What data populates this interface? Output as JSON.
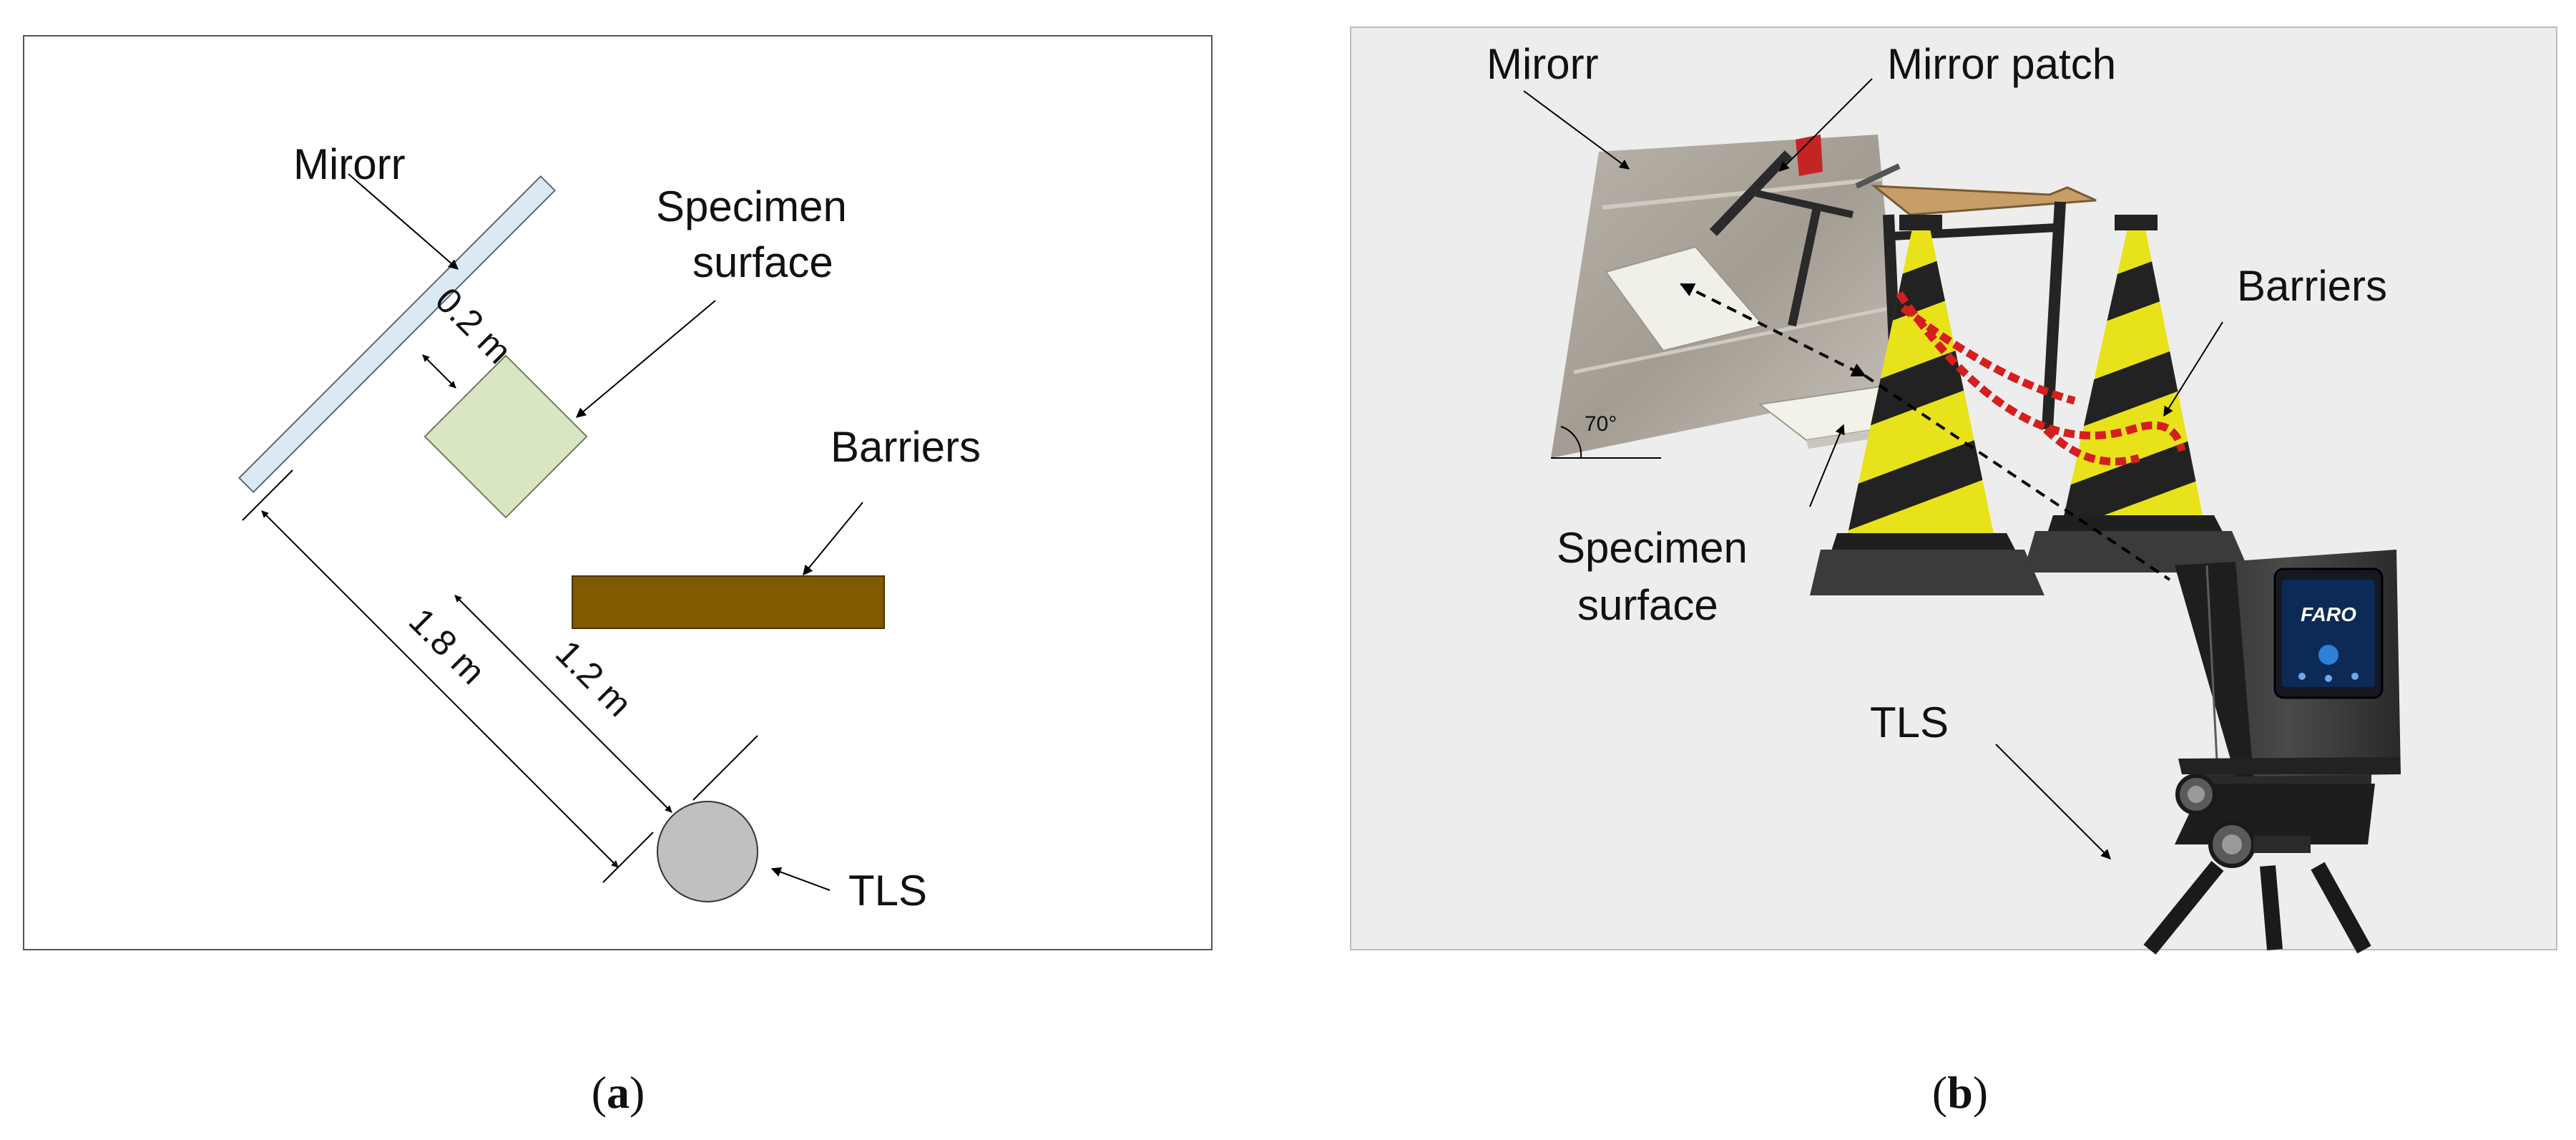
{
  "panel_a": {
    "labels": {
      "mirror": "Mirorr",
      "specimen_line1": "Specimen",
      "specimen_line2": "surface",
      "barriers": "Barriers",
      "tls": "TLS",
      "dim_mirror_specimen": "0.2 m",
      "dim_mirror_tls": "1.8 m",
      "dim_specimen_tls": "1.2 m"
    },
    "caption": {
      "open": "(",
      "letter": "a",
      "close": ")"
    },
    "colors": {
      "mirror_fill": "#dbe9f3",
      "specimen_fill": "#d9e6c4",
      "barrier_fill": "#7f5a00",
      "tls_fill": "#c0c0c0"
    }
  },
  "panel_b": {
    "labels": {
      "mirror": "Mirorr",
      "mirror_patch": "Mirror patch",
      "barriers": "Barriers",
      "specimen_line1": "Specimen",
      "specimen_line2": "surface",
      "tls": "TLS",
      "angle": "70°",
      "scanner_brand": "FARO"
    },
    "caption": {
      "open": "(",
      "letter": "b",
      "close": ")"
    },
    "colors": {
      "background": "#ededed",
      "cone_yellow": "#e8e21a",
      "chain_red": "#d61e1e",
      "scanner_body": "#3a3a3a"
    }
  }
}
